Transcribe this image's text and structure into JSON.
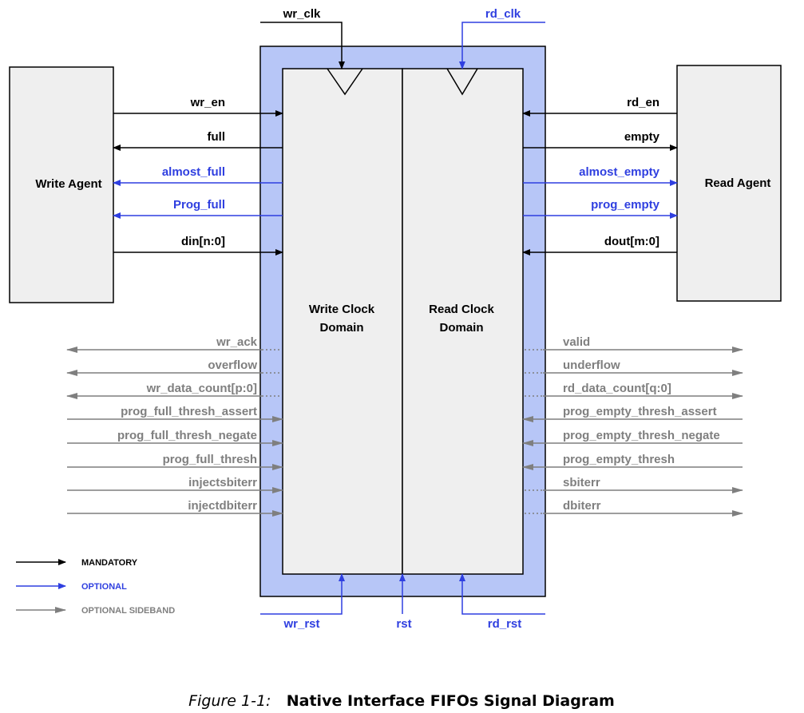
{
  "colors": {
    "mandatory": "#000000",
    "optional": "#2f3fe0",
    "sideband": "#7f7f7f",
    "fifo_outer": "#b7c6f7",
    "fifo_inner": "#efefef",
    "agent_fill": "#efefef"
  },
  "write_agent": {
    "label": "Write Agent"
  },
  "read_agent": {
    "label": "Read Agent"
  },
  "write_domain": {
    "line1": "Write Clock",
    "line2": "Domain"
  },
  "read_domain": {
    "line1": "Read Clock",
    "line2": "Domain"
  },
  "clocks": {
    "wr_clk": "wr_clk",
    "rd_clk": "rd_clk"
  },
  "resets": {
    "wr_rst": "wr_rst",
    "rst": "rst",
    "rd_rst": "rd_rst"
  },
  "left_agent_signals": [
    {
      "label": "wr_en",
      "type": "mandatory",
      "direction": "in"
    },
    {
      "label": "full",
      "type": "mandatory",
      "direction": "out"
    },
    {
      "label": "almost_full",
      "type": "optional",
      "direction": "out"
    },
    {
      "label": "Prog_full",
      "type": "optional",
      "direction": "out"
    },
    {
      "label": "din[n:0]",
      "type": "mandatory",
      "direction": "in"
    }
  ],
  "right_agent_signals": [
    {
      "label": "rd_en",
      "type": "mandatory",
      "direction": "in"
    },
    {
      "label": "empty",
      "type": "mandatory",
      "direction": "out"
    },
    {
      "label": "almost_empty",
      "type": "optional",
      "direction": "out"
    },
    {
      "label": "prog_empty",
      "type": "optional",
      "direction": "out"
    },
    {
      "label": "dout[m:0]",
      "type": "mandatory",
      "direction": "in"
    }
  ],
  "left_sideband": [
    {
      "label": "wr_ack",
      "direction": "out"
    },
    {
      "label": "overflow",
      "direction": "out"
    },
    {
      "label": "wr_data_count[p:0]",
      "direction": "out"
    },
    {
      "label": "prog_full_thresh_assert",
      "direction": "in"
    },
    {
      "label": "prog_full_thresh_negate",
      "direction": "in"
    },
    {
      "label": "prog_full_thresh",
      "direction": "in"
    },
    {
      "label": "injectsbiterr",
      "direction": "in"
    },
    {
      "label": "injectdbiterr",
      "direction": "in"
    }
  ],
  "right_sideband": [
    {
      "label": "valid",
      "direction": "out"
    },
    {
      "label": "underflow",
      "direction": "out"
    },
    {
      "label": "rd_data_count[q:0]",
      "direction": "out"
    },
    {
      "label": "prog_empty_thresh_assert",
      "direction": "in"
    },
    {
      "label": "prog_empty_thresh_negate",
      "direction": "in"
    },
    {
      "label": "prog_empty_thresh",
      "direction": "in"
    },
    {
      "label": "sbiterr",
      "direction": "out"
    },
    {
      "label": "dbiterr",
      "direction": "out"
    }
  ],
  "legend": [
    {
      "label": "MANDATORY",
      "type": "mandatory"
    },
    {
      "label": "OPTIONAL",
      "type": "optional"
    },
    {
      "label": "OPTIONAL SIDEBAND",
      "type": "sideband"
    }
  ],
  "caption": {
    "number": "Figure 1-1:",
    "title": "Native Interface FIFOs Signal Diagram"
  }
}
